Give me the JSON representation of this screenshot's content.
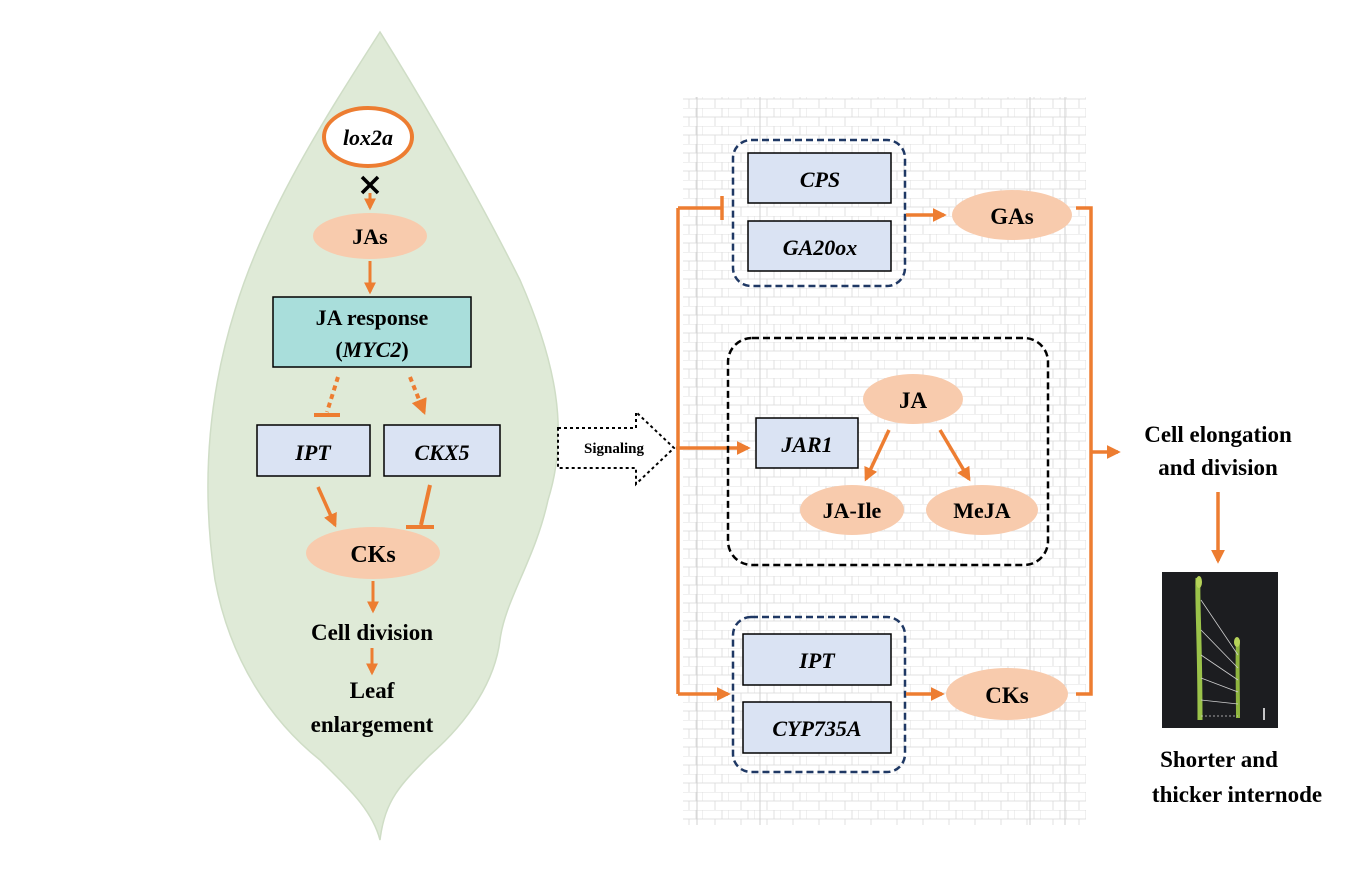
{
  "leaf": {
    "gene": "lox2a",
    "jas": "JAs",
    "response_line1": "JA response",
    "response_open": "(",
    "response_gene": "MYC2",
    "response_close": ")",
    "ipt": "IPT",
    "ckx5": "CKX5",
    "cks": "CKs",
    "cell_division": "Cell division",
    "leaf_enlarge_1": "Leaf",
    "leaf_enlarge_2": "enlargement"
  },
  "signaling": "Signaling",
  "stem": {
    "cps": "CPS",
    "ga20ox": "GA20ox",
    "gas": "GAs",
    "ja": "JA",
    "jar1": "JAR1",
    "ja_ile": "JA-Ile",
    "meja": "MeJA",
    "ipt": "IPT",
    "cyp735a": "CYP735A",
    "cks": "CKs"
  },
  "outcome": {
    "cell_elong_1": "Cell elongation",
    "cell_elong_2": "and division",
    "shorter_1": "Shorter and",
    "shorter_2": "thicker internode"
  },
  "colors": {
    "orange": "#ED7D31",
    "oval_fill": "#F8CBAD",
    "gene_box_fill": "#DAE3F3",
    "response_fill": "#A9DEDB",
    "leaf_fill": "#DFEAD7",
    "dash_blue": "#1F3864"
  }
}
